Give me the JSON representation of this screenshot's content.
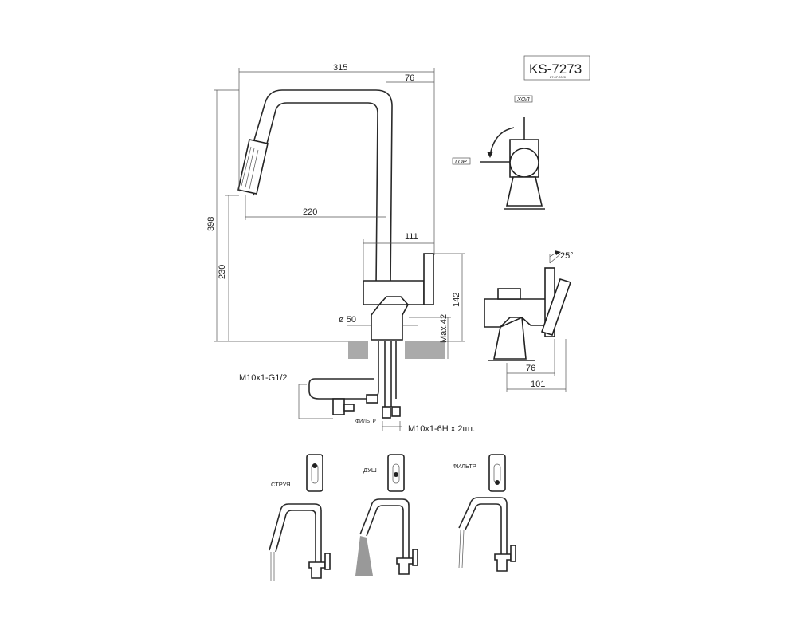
{
  "model": {
    "name": "KS-7273",
    "code": "27.07.2020"
  },
  "dimensions": {
    "overall_width": "315",
    "spout_tip": "76",
    "height": "398",
    "reach": "220",
    "spout_height": "230",
    "handle_offset": "111",
    "body_height": "142",
    "base_diameter": "ø 50",
    "max_thickness": "Max.42"
  },
  "connections": {
    "inlet_thread": "M10x1-G1/2",
    "hose_thread": "M10x1-6H x 2шт.",
    "filter_label": "ФИЛЬТР"
  },
  "top_view": {
    "cold_label": "ХОЛ",
    "hot_label": "ГОР"
  },
  "side_view": {
    "angle": "25°",
    "dim_handle": "76",
    "dim_total": "101"
  },
  "modes": [
    {
      "label": "СТРУЯ"
    },
    {
      "label": "ДУШ"
    },
    {
      "label": "ФИЛЬТР"
    }
  ]
}
